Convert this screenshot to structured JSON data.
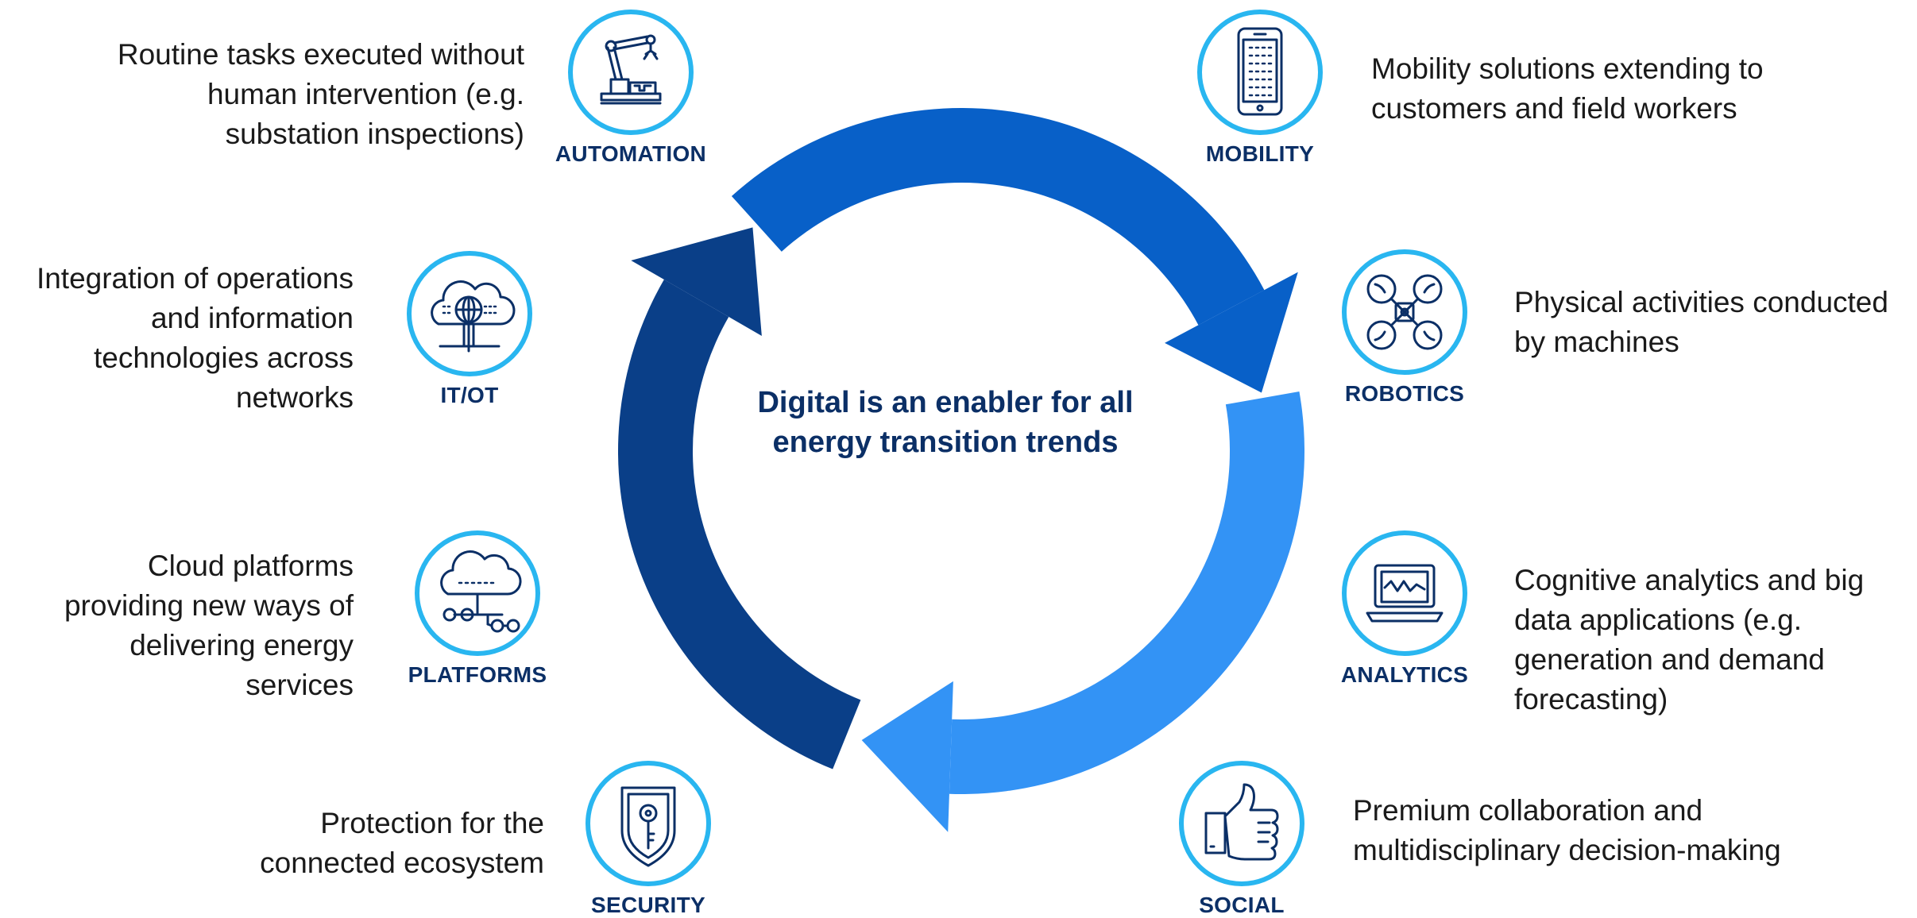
{
  "colors": {
    "arc_dark": "#0a3f88",
    "arc_mid": "#0860c8",
    "arc_light": "#3393f5",
    "circle_border": "#29b6f0",
    "icon_stroke": "#0b2f66",
    "label_text": "#0b2f66",
    "desc_text": "#1a1a1a"
  },
  "center": {
    "line1": "Digital is an enabler for all",
    "line2": "energy transition trends"
  },
  "nodes": {
    "automation": {
      "label": "AUTOMATION",
      "icon": "robot-arm-icon",
      "desc": [
        "Routine tasks executed without",
        "human intervention (e.g.",
        "substation inspections)"
      ]
    },
    "mobility": {
      "label": "MOBILITY",
      "icon": "smartphone-icon",
      "desc": [
        "Mobility solutions extending to",
        "customers and field workers"
      ]
    },
    "itot": {
      "label": "IT/OT",
      "icon": "cloud-globe-icon",
      "desc": [
        "Integration of operations",
        "and information",
        "technologies across",
        "networks"
      ]
    },
    "robotics": {
      "label": "ROBOTICS",
      "icon": "drone-icon",
      "desc": [
        "Physical activities conducted",
        "by machines"
      ]
    },
    "platforms": {
      "label": "PLATFORMS",
      "icon": "cloud-network-icon",
      "desc": [
        "Cloud platforms",
        "providing new ways of",
        "delivering energy",
        "services"
      ]
    },
    "analytics": {
      "label": "ANALYTICS",
      "icon": "laptop-chart-icon",
      "desc": [
        "Cognitive analytics and big",
        "data applications (e.g.",
        "generation and demand",
        "forecasting)"
      ]
    },
    "security": {
      "label": "SECURITY",
      "icon": "shield-key-icon",
      "desc": [
        "Protection for the",
        "connected ecosystem"
      ]
    },
    "social": {
      "label": "SOCIAL",
      "icon": "thumbs-up-icon",
      "desc": [
        "Premium collaboration and",
        "multidisciplinary decision-making"
      ]
    }
  }
}
